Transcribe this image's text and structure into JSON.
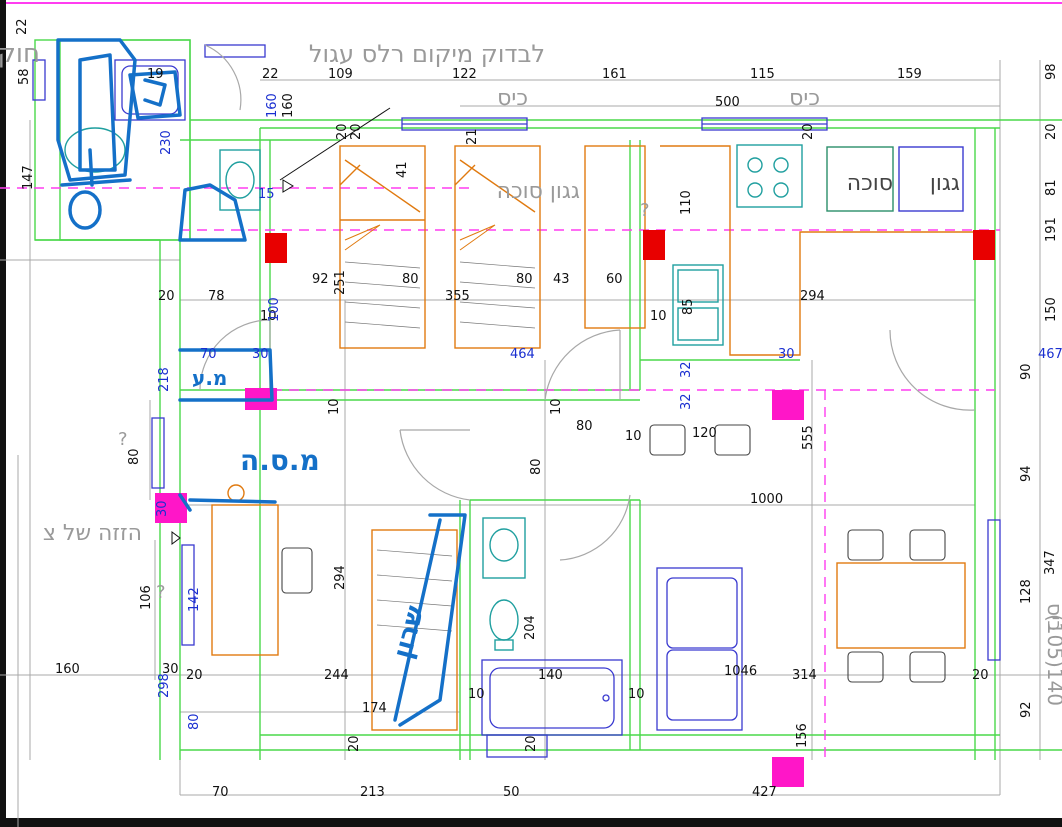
{
  "labels": {
    "top_note": "לבדוק מיקום רלס עגול",
    "kis_left": "כיס",
    "kis_right": "כיס",
    "stove_a": "גגון סוכה",
    "stove_b": "סוכה",
    "stove_c": "גגון",
    "right_edge": "כיס",
    "left_note": "הזזה של צ",
    "left_top_fragment": "חוק",
    "right_lower": "(105)140",
    "question": "?",
    "ink_a": "מ.ס.ה",
    "ink_b": "שרון",
    "ink_c": "מ.ע"
  },
  "dims": {
    "d22": "22",
    "d58": "58",
    "d19": "19",
    "d22b": "22",
    "d109": "109",
    "d122": "122",
    "d161": "161",
    "d115": "115",
    "d159": "159",
    "d98": "98",
    "d500": "500",
    "d160a": "160",
    "d160b": "160",
    "d230": "230",
    "d147": "147",
    "d20a": "20",
    "d20b": "20",
    "d21": "21",
    "d20c": "20",
    "d20d": "20",
    "d41": "41",
    "d110": "110",
    "d81": "81",
    "d191": "191",
    "d15": "15",
    "d92": "92",
    "d251": "251",
    "d80a": "80",
    "d80b": "80",
    "d43": "43",
    "d60": "60",
    "d20e": "20",
    "d78": "78",
    "d10a": "10",
    "d355": "355",
    "d294a": "294",
    "d150": "150",
    "d100": "100",
    "d10b": "10",
    "d85": "85",
    "d464": "464",
    "d467": "467",
    "d70": "70",
    "d30a": "30",
    "d32a": "32",
    "d32b": "32",
    "d30b": "30",
    "d218": "218",
    "d90": "90",
    "d10c": "10",
    "d10d": "10",
    "d80c": "80",
    "d10e": "10",
    "d120": "120",
    "d555": "555",
    "d94": "94",
    "d80d": "80",
    "d80e": "80",
    "d1000": "1000",
    "d30c": "30",
    "d294b": "294",
    "d106": "106",
    "d142": "142",
    "d204": "204",
    "d128": "128",
    "d347": "347",
    "d160c": "160",
    "d30d": "30",
    "d20f": "20",
    "d244": "244",
    "d140": "140",
    "d1046": "1046",
    "d314": "314",
    "d20g": "20",
    "d298": "298",
    "d10f": "10",
    "d10g": "10",
    "d174": "174",
    "d92b": "92",
    "d80f": "80",
    "d20h": "20",
    "d20i": "20",
    "d156": "156",
    "d70b": "70",
    "d213": "213",
    "d50": "50",
    "d427": "427"
  },
  "colors": {
    "wall": "#4ad84a",
    "dimline": "#a8a8a8",
    "furniture": "#e07a10",
    "fixture": "#1f9f9f",
    "window": "#3a3ad0",
    "magenta": "#ff16c8",
    "red": "#e80000",
    "ink": "#1470c8",
    "dashed": "#ff3df0"
  }
}
